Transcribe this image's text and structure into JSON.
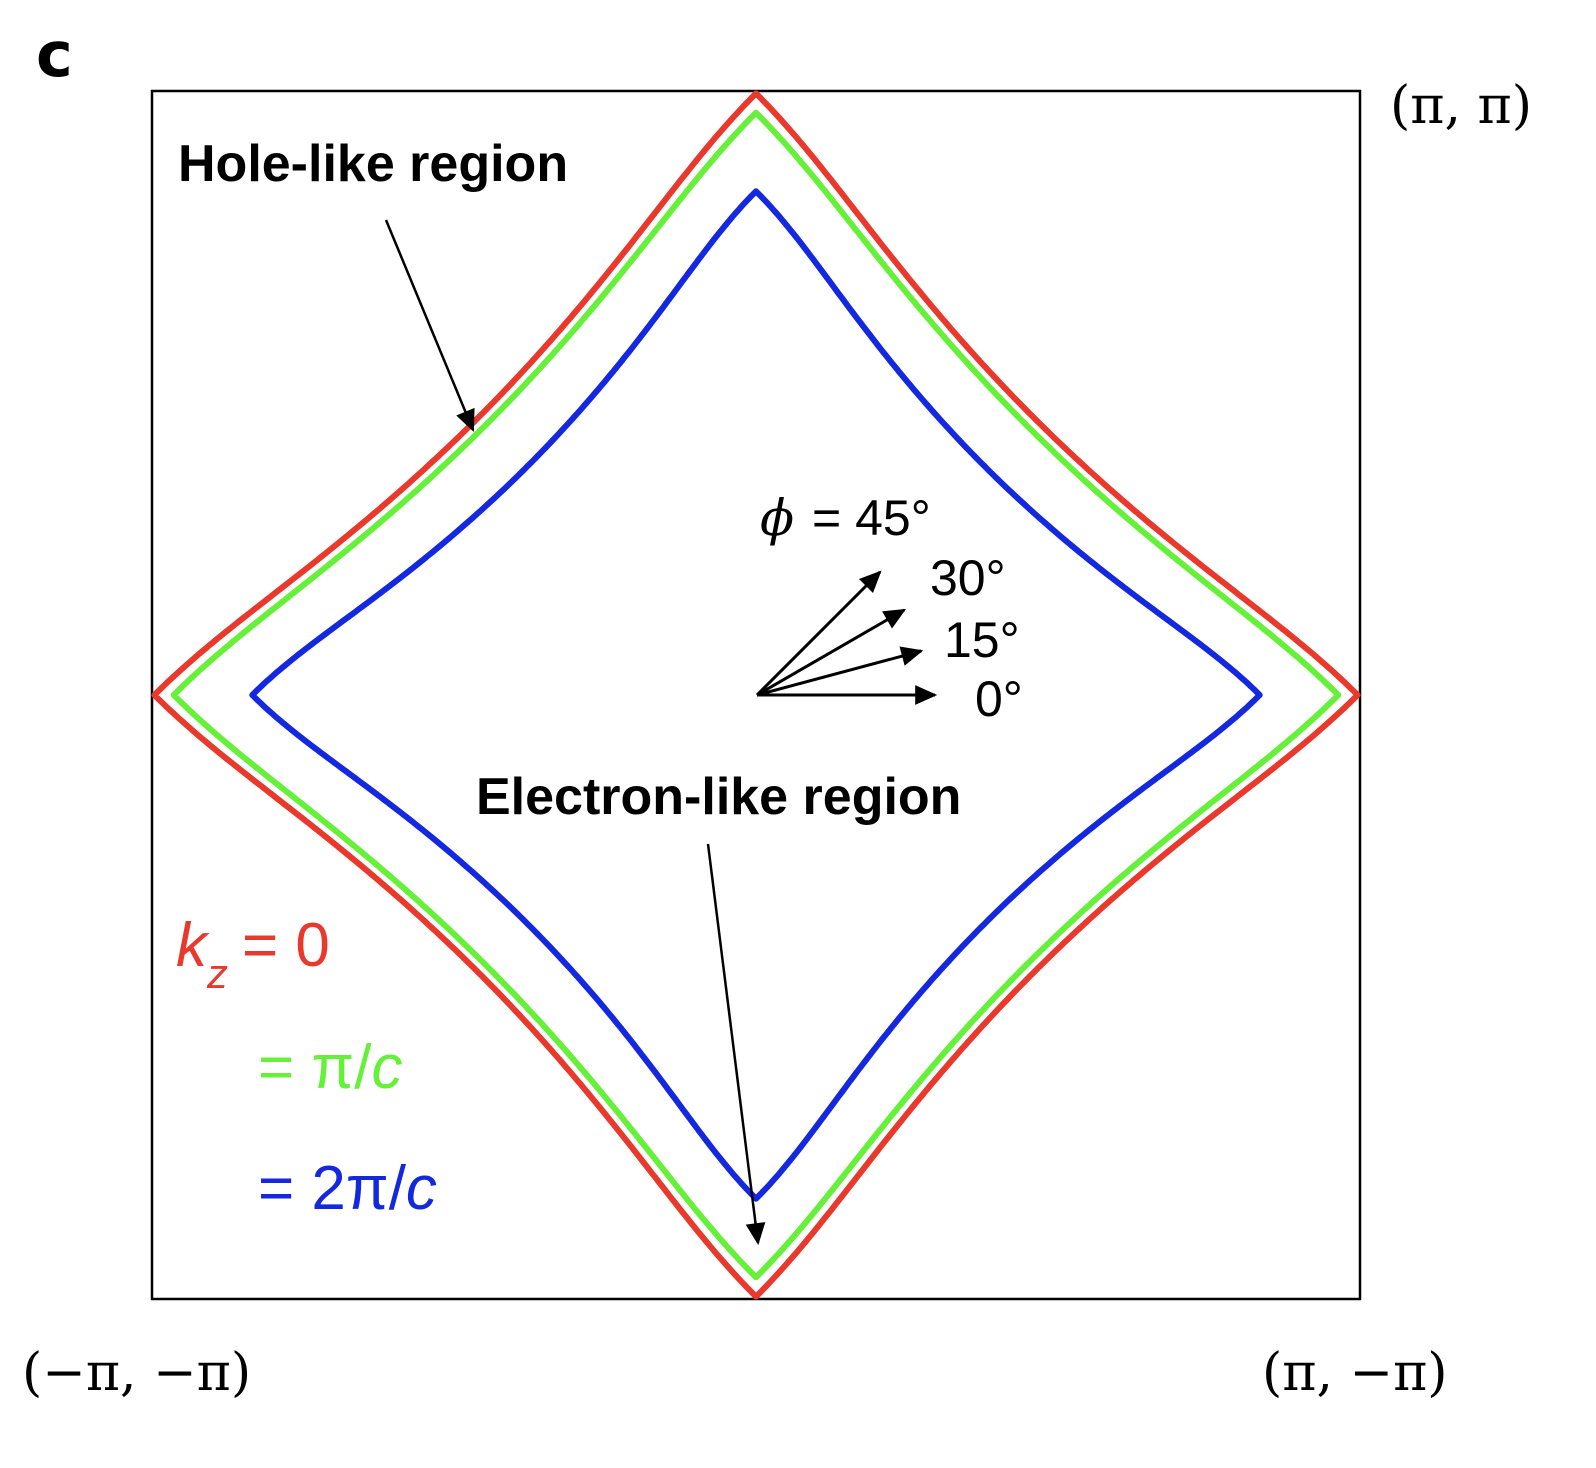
{
  "panel_label": "c",
  "corners": {
    "top_right": "(π, π)",
    "bottom_left": "(−π, −π)",
    "bottom_right": "(π, −π)"
  },
  "regions": {
    "hole": "Hole-like region",
    "electron": "Electron-like region"
  },
  "angles": {
    "phi_symbol": "ϕ",
    "phi_45": "= 45°",
    "a30": "30°",
    "a15": "15°",
    "a0": "0°",
    "values_deg": [
      0,
      15,
      30,
      45
    ]
  },
  "legend": {
    "k": "k",
    "sub": "z",
    "eq0": "= 0",
    "eq1": "= π/",
    "eq1_c": "c",
    "eq2": "= 2π/",
    "eq2_c": "c"
  },
  "chart_data": {
    "type": "line",
    "domain": [
      -3.14159,
      3.14159
    ],
    "series": [
      {
        "color": "#e8392c",
        "tip": 0.996,
        "shoulder": 0.9,
        "sharp": 0.32
      },
      {
        "color": "#66f03a",
        "tip": 0.964,
        "shoulder": 0.88,
        "sharp": 0.3
      },
      {
        "color": "#1428e0",
        "tip": 0.834,
        "shoulder": 0.85,
        "sharp": 0.34
      }
    ]
  },
  "colors": {
    "kz0": "#e8392c",
    "kz1": "#66f03a",
    "kz2": "#1428e0",
    "frame": "#000000"
  }
}
